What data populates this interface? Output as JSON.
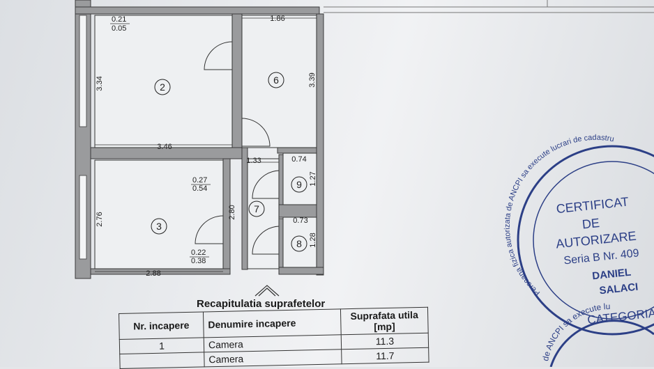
{
  "plan": {
    "rooms": [
      {
        "number": "2",
        "width": "3.46",
        "height": "3.34"
      },
      {
        "number": "3",
        "width": "2.88",
        "height": "2.76"
      },
      {
        "number": "6",
        "width": "1.86",
        "height": "3.39"
      },
      {
        "number": "7",
        "width": "1.33",
        "height": "2.80"
      },
      {
        "number": "8",
        "width": "0.73",
        "height": "1.28"
      },
      {
        "number": "9",
        "width": "0.74",
        "height": "1.27"
      }
    ],
    "notes": [
      {
        "top": "0.21",
        "bottom": "0.05"
      },
      {
        "top": "0.27",
        "bottom": "0.54"
      },
      {
        "top": "0.22",
        "bottom": "0.38"
      }
    ]
  },
  "summary": {
    "title": "Recapitulatia suprafetelor",
    "headers": [
      "Nr. incapere",
      "Denumire incapere",
      "Suprafata utila [mp]"
    ],
    "rows": [
      {
        "nr": "1",
        "name": "Camera",
        "area": "11.3"
      },
      {
        "nr": "",
        "name": "Camera",
        "area": "11.7"
      }
    ]
  },
  "stamp": {
    "lines": [
      "CERTIFICAT",
      "DE",
      "AUTORIZARE",
      "Seria B  Nr. 409",
      "DANIEL",
      "SALACI"
    ],
    "arc_text": "Persoana fizica autorizata de ANCPI sa execute lucrari de cadastru",
    "bottom_text": "CATEGORIA",
    "second_arc_text": "de ANCPI sa execute lu",
    "color": "#2c3f86"
  }
}
